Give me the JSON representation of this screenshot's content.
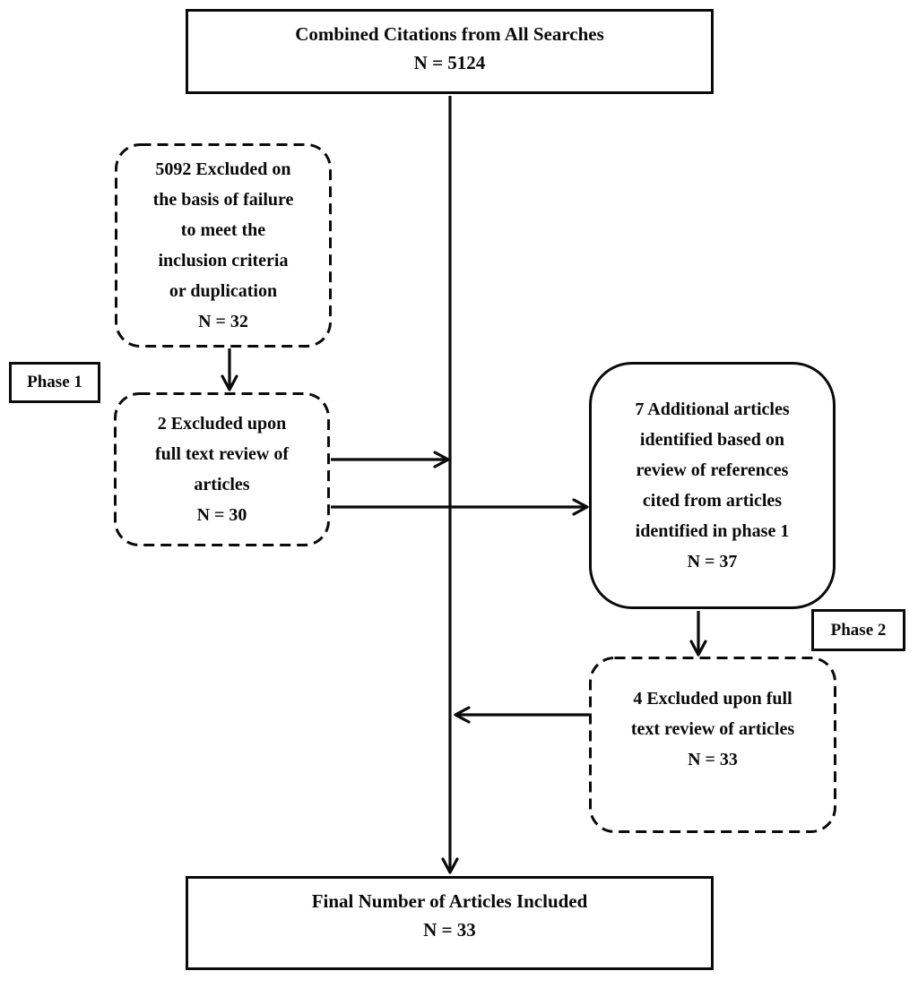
{
  "page": {
    "background_color": "#ffffff",
    "ink_color": "#0a0a0a"
  },
  "flowchart": {
    "nodes": {
      "combined": {
        "label": [
          "Combined Citations from All Searches"
        ],
        "count": "N = 5124"
      },
      "excluded_initial": {
        "label": [
          "5092 Excluded on",
          "the basis of failure",
          "to meet the",
          "inclusion criteria",
          "or duplication"
        ],
        "count": "N = 32"
      },
      "excluded_fulltext_phase1": {
        "label": [
          "2 Excluded upon",
          "full text review of",
          "articles"
        ],
        "count": "N = 30"
      },
      "additional_articles": {
        "label": [
          "7 Additional articles",
          "identified based on",
          "review of references",
          "cited from articles",
          "identified in phase 1"
        ],
        "count": "N = 37"
      },
      "excluded_fulltext_phase2": {
        "label": [
          "4 Excluded upon full",
          "text review of articles"
        ],
        "count": "N = 33"
      },
      "final": {
        "label": [
          "Final Number of Articles Included"
        ],
        "count": "N = 33"
      }
    },
    "phase_labels": {
      "phase1": "Phase 1",
      "phase2": "Phase 2"
    }
  }
}
